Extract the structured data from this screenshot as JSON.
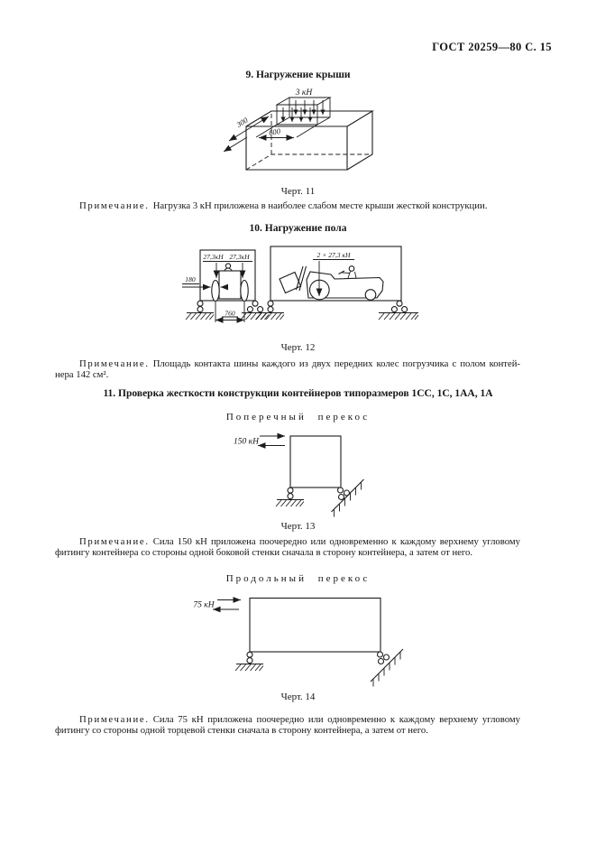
{
  "doc_header": "ГОСТ 20259—80 С. 15",
  "sec9": {
    "heading": "9. Нагружение крыши",
    "fig": {
      "force": "3 кН",
      "dim_depth": "300",
      "dim_width": "600",
      "caption": "Черт. 11"
    },
    "note": {
      "label": "Примечание.",
      "lines": [
        "Нагрузка 3 кН приложена в наиболее слабом месте крыши жесткой конструкции."
      ]
    }
  },
  "sec10": {
    "heading": "10. Нагружение пола",
    "fig": {
      "wheel_force_left": "27,3кН",
      "wheel_force_right": "27,3кН",
      "dim_tire": "180",
      "dim_track": "760",
      "side_force": "2 × 27,3 кН",
      "caption": "Черт. 12"
    },
    "note": {
      "label": "Примечание.",
      "lines": [
        "Площадь контакта шины каждого из двух передних колес погрузчика с полом контей-",
        "нера 142 см²."
      ]
    }
  },
  "sec11": {
    "heading": "11. Проверка жесткости конструкции контейнеров типоразмеров 1СС, 1С, 1АА, 1А",
    "transverse": {
      "subheading": "Поперечный перекос",
      "fig": {
        "force": "150 кН",
        "caption": "Черт. 13"
      },
      "note": {
        "label": "Примечание.",
        "lines": [
          "Сила 150 кН приложена поочередно или одновременно к каждому верхнему угловому",
          "фитингу контейнера со стороны одной боковой стенки сначала в сторону контейнера, а затем от него."
        ]
      }
    },
    "longitudinal": {
      "subheading": "Продольный перекос",
      "fig": {
        "force": "75 кН",
        "caption": "Черт. 14"
      },
      "note": {
        "label": "Примечание.",
        "lines": [
          "Сила 75 кН приложена поочередно или одновременно к каждому верхнему угловому",
          "фитингу со стороны одной торцевой стенки сначала в сторону контейнера, а затем от него."
        ]
      }
    }
  },
  "colors": {
    "ink": "#1c1c1c",
    "paper": "#ffffff"
  }
}
